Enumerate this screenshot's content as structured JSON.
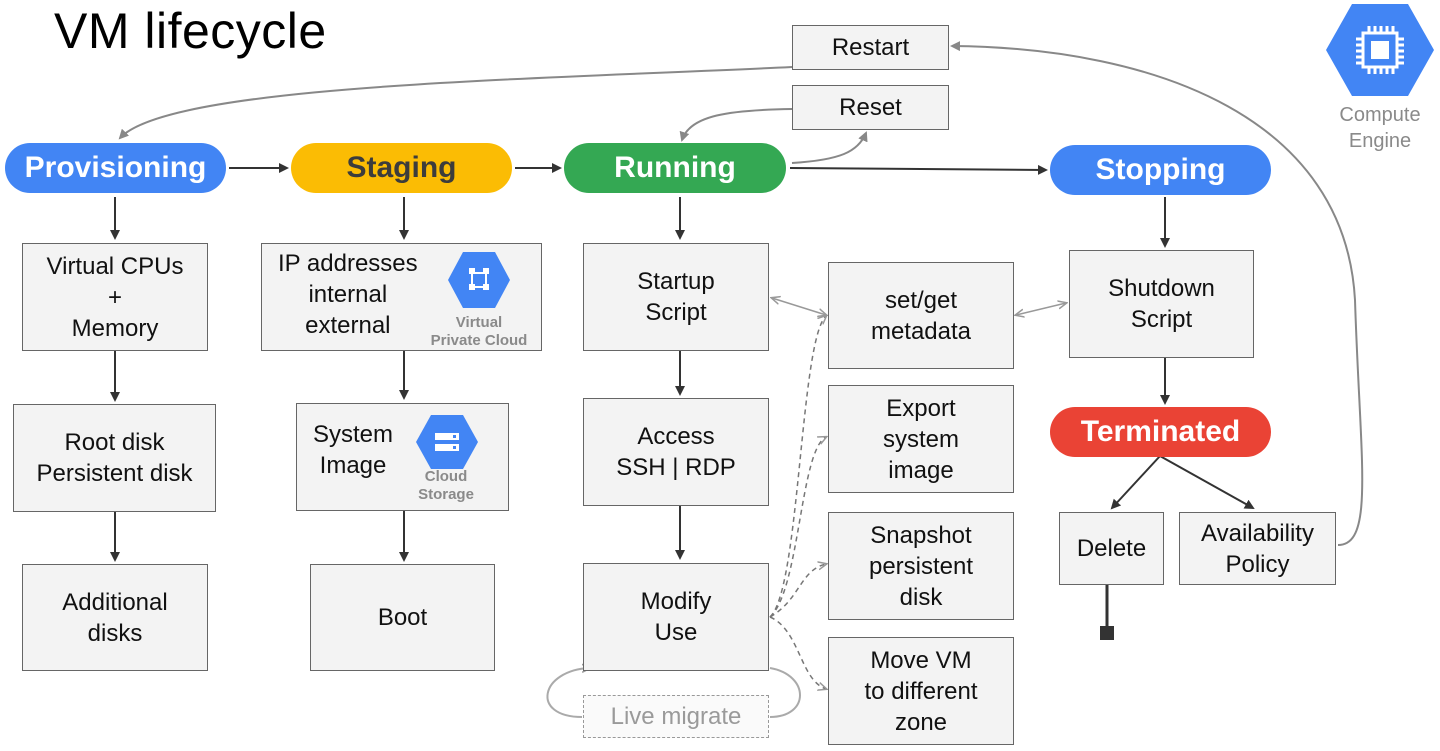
{
  "title": "VM lifecycle",
  "states": {
    "provisioning": "Provisioning",
    "staging": "Staging",
    "running": "Running",
    "stopping": "Stopping",
    "terminated": "Terminated"
  },
  "provisioning_steps": {
    "vcpu": "Virtual CPUs\n+\nMemory",
    "root_disk": "Root disk\nPersistent disk",
    "additional_disks": "Additional\ndisks"
  },
  "staging_steps": {
    "ip": "IP addresses\ninternal\nexternal",
    "system_image": "System\nImage",
    "boot": "Boot"
  },
  "running_steps": {
    "startup": "Startup\nScript",
    "access": "Access\nSSH | RDP",
    "modify": "Modify\nUse",
    "live_migrate": "Live migrate"
  },
  "actions": {
    "metadata": "set/get\nmetadata",
    "export": "Export\nsystem\nimage",
    "snapshot": "Snapshot\npersistent\ndisk",
    "move": "Move VM\nto different\nzone"
  },
  "stopping_steps": {
    "shutdown": "Shutdown\nScript"
  },
  "terminated_steps": {
    "delete": "Delete",
    "availability": "Availability\nPolicy"
  },
  "controls": {
    "restart": "Restart",
    "reset": "Reset"
  },
  "products": {
    "vpc": "Virtual\nPrivate Cloud",
    "storage": "Cloud\nStorage",
    "compute_engine": "Compute\nEngine"
  },
  "icons": {
    "vpc": "vpc-network-icon",
    "storage": "cloud-storage-icon",
    "compute_engine": "compute-engine-chip-icon"
  },
  "colors": {
    "blue": "#4285f4",
    "yellow": "#fbbc04",
    "green": "#34a853",
    "red": "#ea4335"
  }
}
